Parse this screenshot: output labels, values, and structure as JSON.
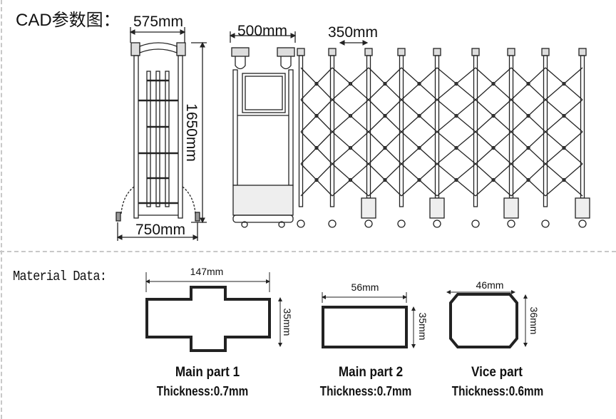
{
  "cad_title": "CAD参数图：",
  "gate_dimensions": {
    "folded_top_width": "575mm",
    "folded_height": "1650mm",
    "folded_base_width": "750mm",
    "head_width": "500mm",
    "post_spacing": "350mm"
  },
  "material_title": "Material Data:",
  "parts": [
    {
      "name": "Main part 1",
      "thickness": "Thickness:0.7mm",
      "width": "147mm",
      "height": "35mm"
    },
    {
      "name": "Main part 2",
      "thickness": "Thickness:0.7mm",
      "width": "56mm",
      "height": "35mm"
    },
    {
      "name": "Vice part",
      "thickness": "Thickness:0.6mm",
      "width": "46mm",
      "height": "36mm"
    }
  ]
}
